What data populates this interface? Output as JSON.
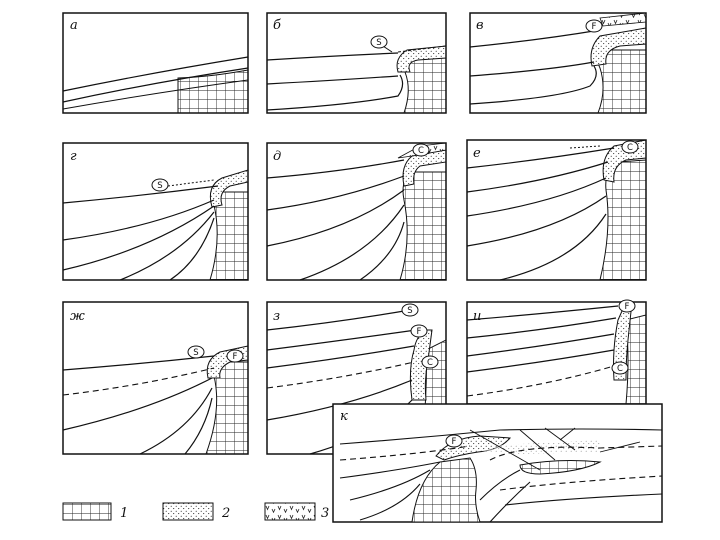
{
  "panels": [
    {
      "id": "a",
      "label": "а",
      "markers": []
    },
    {
      "id": "b",
      "label": "б",
      "markers": [
        "S"
      ]
    },
    {
      "id": "v",
      "label": "в",
      "markers": [
        "F"
      ]
    },
    {
      "id": "g",
      "label": "г",
      "markers": [
        "S"
      ]
    },
    {
      "id": "d",
      "label": "д",
      "markers": [
        "C"
      ]
    },
    {
      "id": "e",
      "label": "е",
      "markers": [
        "C"
      ]
    },
    {
      "id": "zh",
      "label": "ж",
      "markers": [
        "S",
        "F"
      ]
    },
    {
      "id": "z",
      "label": "з",
      "markers": [
        "S",
        "F",
        "C"
      ]
    },
    {
      "id": "i",
      "label": "и",
      "markers": [
        "F",
        "C"
      ]
    },
    {
      "id": "k",
      "label": "к",
      "markers": [
        "F"
      ]
    }
  ],
  "legend": [
    {
      "number": "1",
      "pattern": "grid"
    },
    {
      "number": "2",
      "pattern": "stipple"
    },
    {
      "number": "3",
      "pattern": "v-marks"
    }
  ]
}
